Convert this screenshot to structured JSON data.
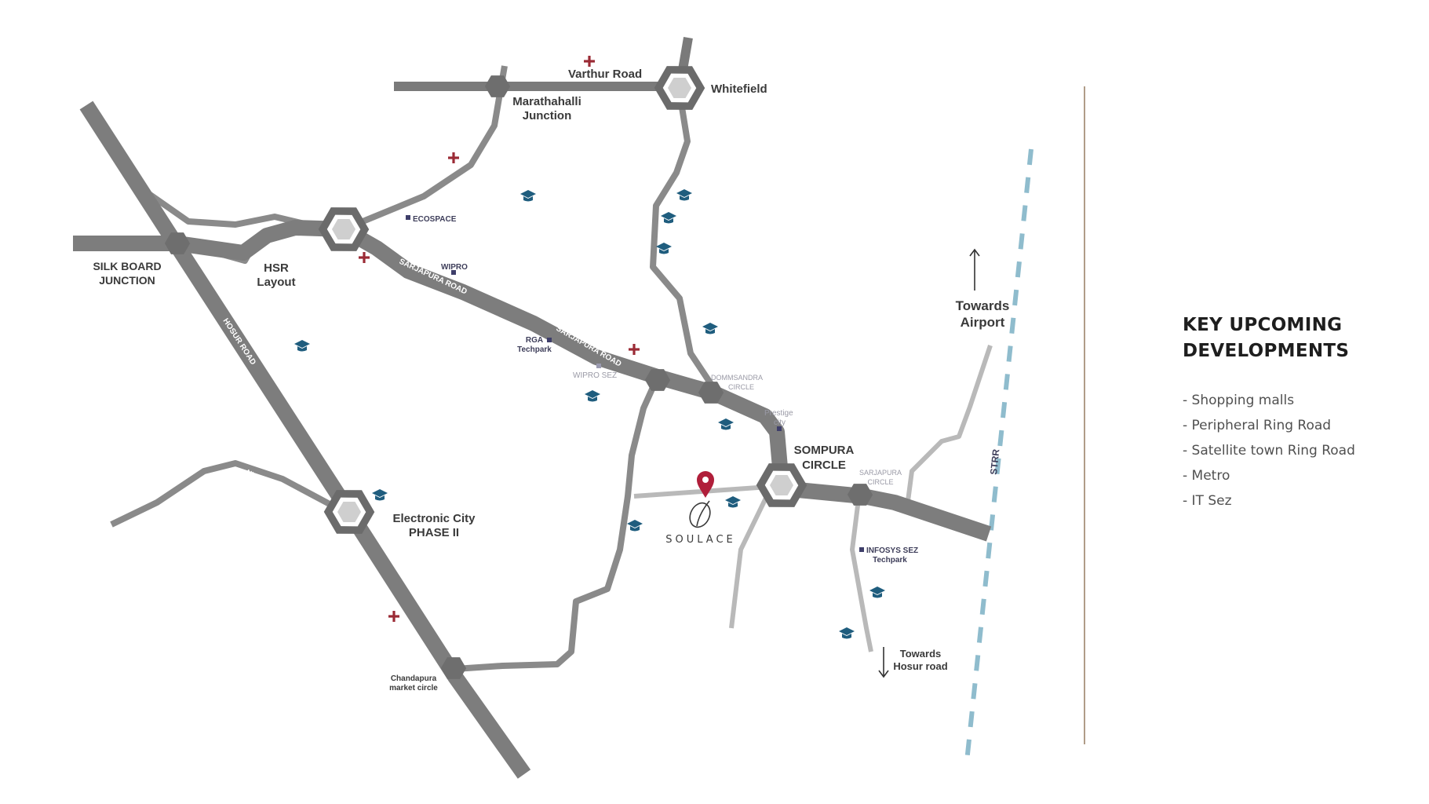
{
  "map": {
    "places": {
      "varthur_road": "Varthur Road",
      "whitefield": "Whitefield",
      "marathahalli_1": "Marathahalli",
      "marathahalli_2": "Junction",
      "silk_board_1": "SILK BOARD",
      "silk_board_2": "JUNCTION",
      "hsr_1": "HSR",
      "hsr_2": "Layout",
      "ecospace": "ECOSPACE",
      "wipro": "WIPRO",
      "rga_1": "RGA",
      "rga_2": "Techpark",
      "wipro_sez": "WIPRO SEZ",
      "dommasandra_1": "DOMMSANDRA",
      "dommasandra_2": "CIRCLE",
      "prestige_1": "Prestige",
      "prestige_2": "city",
      "sompura_1": "SOMPURA",
      "sompura_2": "CIRCLE",
      "sarjapura_circle_1": "SARJAPURA",
      "sarjapura_circle_2": "CIRCLE",
      "infosys_1": "INFOSYS SEZ",
      "infosys_2": "Techpark",
      "towards_hosur_1": "Towards",
      "towards_hosur_2": "Hosur road",
      "towards_airport_1": "Towards",
      "towards_airport_2": "Airport",
      "electronic_city_1": "Electronic City",
      "electronic_city_2": "PHASE II",
      "chandapura_1": "Chandapura",
      "chandapura_2": "market circle"
    },
    "roads": {
      "sarjapura_road_1": "SARJAPURA ROAD",
      "sarjapura_road_2": "SARJAPURA ROAD",
      "hosur_road": "HOSUR ROAD",
      "nice_road": "NICE ROAD",
      "strr": "STRR"
    },
    "project": {
      "name": "SOULACE"
    },
    "colors": {
      "road": "#7d7d7d",
      "hospital": "#9b2a35",
      "school": "#1f5d7e",
      "pin": "#b01e3a",
      "strr": "#8fbccd",
      "divider": "#b09c88"
    },
    "icons": {
      "hospital": "hospital-cross-icon",
      "school": "graduation-cap-icon",
      "junction": "hexagon-junction-icon",
      "location": "location-pin-icon"
    }
  },
  "legend": {
    "title_1": "KEY UPCOMING",
    "title_2": "DEVELOPMENTS",
    "items": [
      "- Shopping malls",
      "- Peripheral Ring Road",
      "- Satellite town Ring Road",
      "- Metro",
      "- IT Sez"
    ]
  }
}
